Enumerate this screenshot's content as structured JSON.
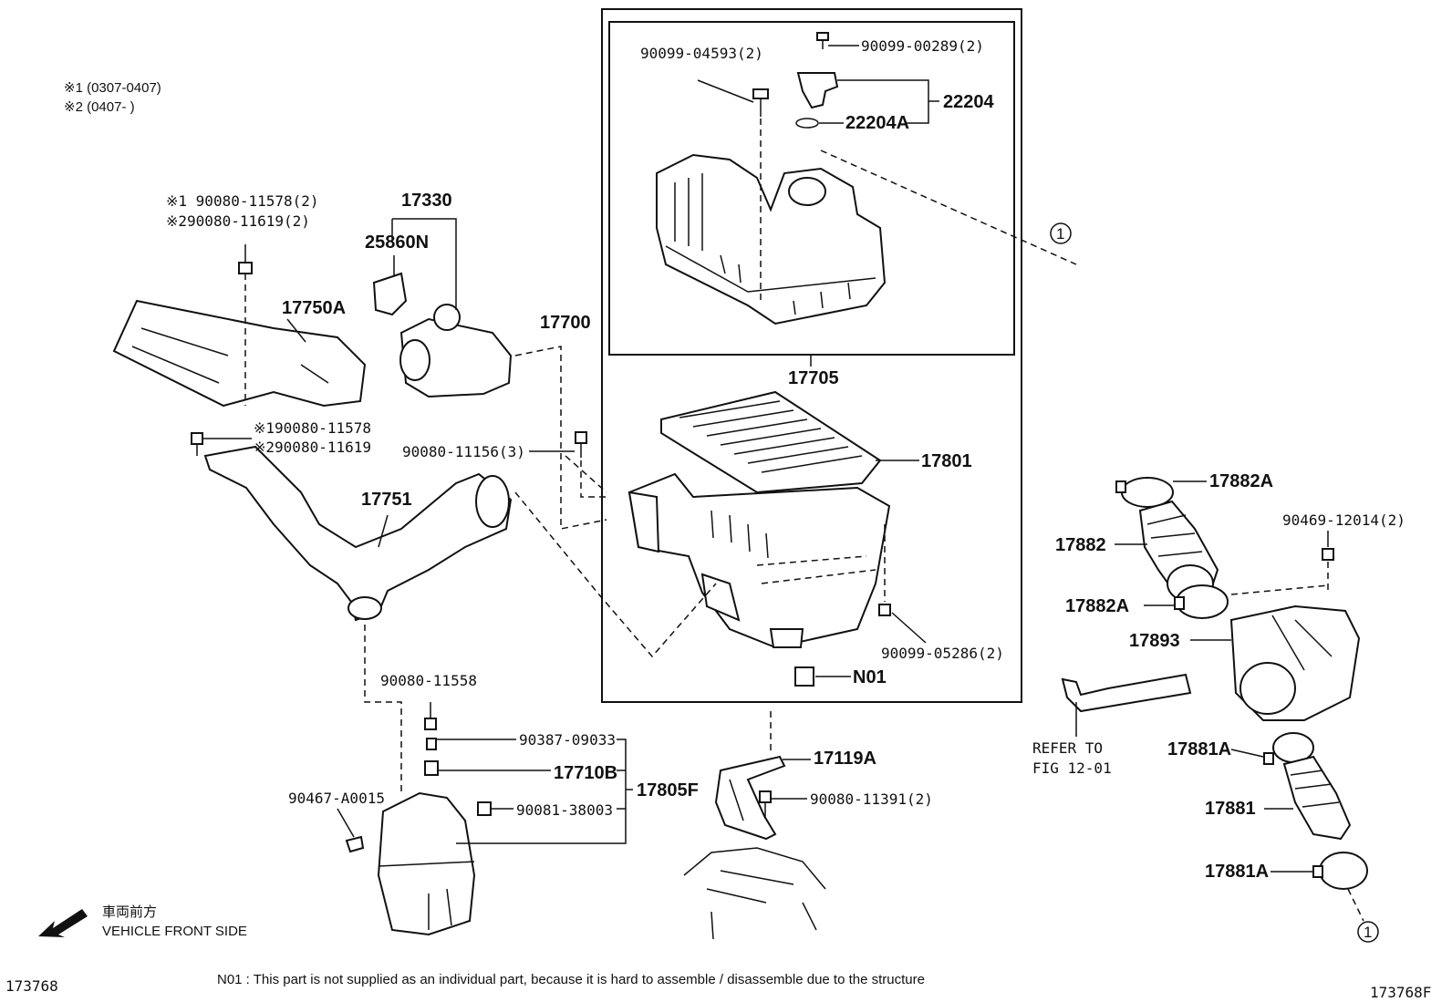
{
  "notes": {
    "range1": "※1 (0307-0407)",
    "range2": "※2 (0407-          )",
    "vehicle_front_jp": "車両前方",
    "vehicle_front_en": "VEHICLE FRONT SIDE",
    "footnote": "N01 : This part is not supplied as an individual part, because it is hard to assemble / disassemble due to the structure",
    "fig_left": "173768",
    "fig_right": "173768F",
    "refer_line1": "REFER TO",
    "refer_line2": "FIG 12-01",
    "ref_marker": "1"
  },
  "labels": {
    "p90099_04593": "90099-04593(2)",
    "p90099_00289": "90099-00289(2)",
    "p22204": "22204",
    "p22204A": "22204A",
    "p17705": "17705",
    "p17801": "17801",
    "p17700": "17700",
    "p17330": "17330",
    "p25860N": "25860N",
    "p17750A": "17750A",
    "p90080_11578_a": "※1 90080-11578(2)",
    "p90080_11619_a": "※290080-11619(2)",
    "p90080_11578_b": "※190080-11578",
    "p90080_11619_b": "※290080-11619",
    "p90080_11156": "90080-11156(3)",
    "p17751": "17751",
    "p90099_05286": "90099-05286(2)",
    "pN01": "N01",
    "p90080_11558": "90080-11558",
    "p90387_09033": "90387-09033",
    "p17710B": "17710B",
    "p17805F": "17805F",
    "p90081_38003": "90081-38003",
    "p90467_A0015": "90467-A0015",
    "p17119A": "17119A",
    "p90080_11391": "90080-11391(2)",
    "p17882A_top": "17882A",
    "p17882": "17882",
    "p17882A_bot": "17882A",
    "p90469_12014": "90469-12014(2)",
    "p17893": "17893",
    "p17881A_top": "17881A",
    "p17881": "17881",
    "p17881A_bot": "17881A"
  }
}
